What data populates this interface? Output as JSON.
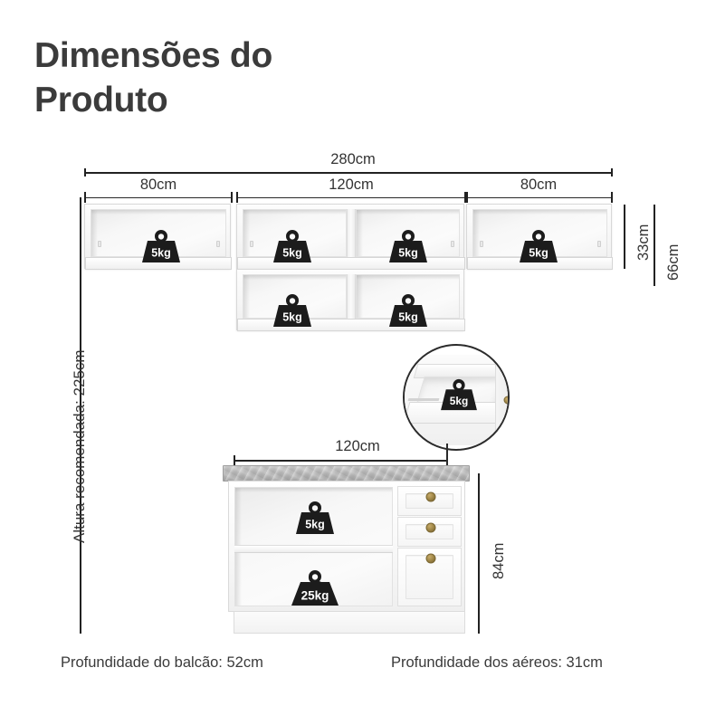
{
  "title": "Dimensões do Produto",
  "top_dimensions": {
    "total": "280cm",
    "segments": [
      "80cm",
      "120cm",
      "80cm"
    ]
  },
  "right_dimensions": {
    "upper_single": "33cm",
    "upper_total": "66cm"
  },
  "left_dimension": {
    "label": "Altura recomendada: 225cm"
  },
  "counter_dimensions": {
    "width": "120cm",
    "height": "84cm"
  },
  "weights": {
    "left_top": "5kg",
    "mid_top_left": "5kg",
    "mid_top_right": "5kg",
    "right_top": "5kg",
    "mid_bottom_left": "5kg",
    "mid_bottom_right": "5kg",
    "drawer_detail": "5kg",
    "counter_upper_shelf": "5kg",
    "counter_lower_shelf": "25kg"
  },
  "footer": {
    "left": "Profundidade do balcão: 52cm",
    "right": "Profundidade dos aéreos: 31cm"
  },
  "colors": {
    "line": "#222222",
    "text": "#3a3a3a",
    "badge": "#1c1c1c",
    "countertop": "#b9b9b9",
    "knob": "#9c8344"
  }
}
